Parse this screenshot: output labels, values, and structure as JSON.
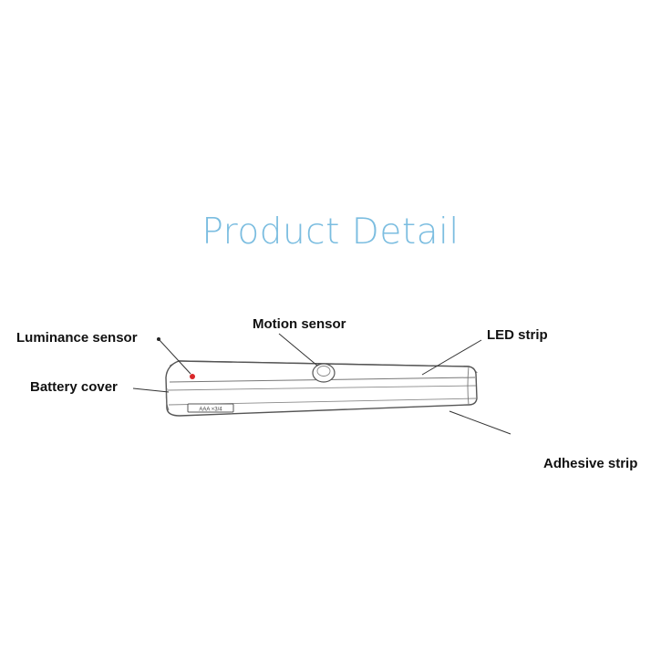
{
  "diagram": {
    "title": "Product Detail",
    "labels": {
      "luminance_sensor": "Luminance sensor",
      "motion_sensor": "Motion sensor",
      "led_strip": "LED strip",
      "battery_cover": "Battery cover",
      "adhesive_strip": "Adhesive strip"
    },
    "battery_cover_marking": "AAA ×3/4"
  },
  "colors": {
    "title": "#7bbde0",
    "outline": "#555555",
    "sensor_dot": "#d9272a",
    "label_text": "#111111"
  }
}
